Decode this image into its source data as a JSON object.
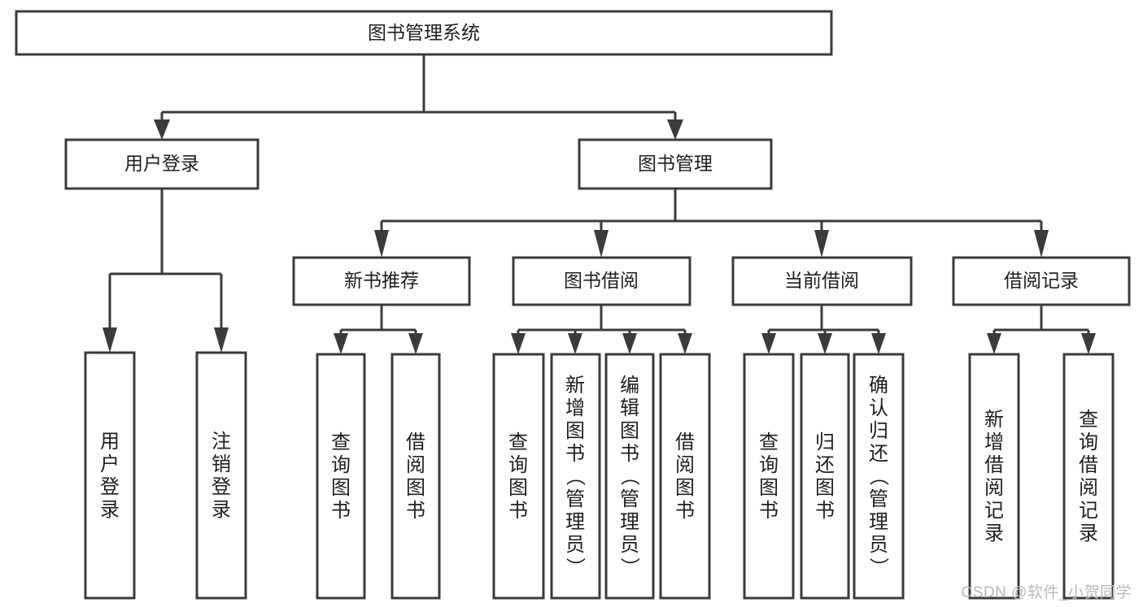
{
  "diagram": {
    "type": "tree-hierarchy-diagram",
    "title_node": {
      "label": "图书管理系统"
    },
    "level2": [
      {
        "id": "user-login",
        "label": "用户登录"
      },
      {
        "id": "book-management",
        "label": "图书管理"
      }
    ],
    "level3": [
      {
        "id": "new-book-recommend",
        "label": "新书推荐",
        "parent": "book-management"
      },
      {
        "id": "book-borrow",
        "label": "图书借阅",
        "parent": "book-management"
      },
      {
        "id": "current-borrow",
        "label": "当前借阅",
        "parent": "book-management"
      },
      {
        "id": "borrow-record",
        "label": "借阅记录",
        "parent": "book-management"
      }
    ],
    "leaves": [
      {
        "id": "leaf-user-login",
        "label": "用户登录",
        "parent": "user-login"
      },
      {
        "id": "leaf-logout-login",
        "label": "注销登录",
        "parent": "user-login"
      },
      {
        "id": "leaf-query-book-1",
        "label": "查询图书",
        "parent": "new-book-recommend"
      },
      {
        "id": "leaf-borrow-book-1",
        "label": "借阅图书",
        "parent": "new-book-recommend"
      },
      {
        "id": "leaf-query-book-2",
        "label": "查询图书",
        "parent": "book-borrow"
      },
      {
        "id": "leaf-add-book",
        "label": "新增图书（管理员）",
        "parent": "book-borrow"
      },
      {
        "id": "leaf-edit-book",
        "label": "编辑图书（管理员）",
        "parent": "book-borrow"
      },
      {
        "id": "leaf-borrow-book-2",
        "label": "借阅图书",
        "parent": "book-borrow"
      },
      {
        "id": "leaf-query-book-3",
        "label": "查询图书",
        "parent": "current-borrow"
      },
      {
        "id": "leaf-return-book",
        "label": "归还图书",
        "parent": "current-borrow"
      },
      {
        "id": "leaf-confirm-return",
        "label": "确认归还（管理员）",
        "parent": "current-borrow"
      },
      {
        "id": "leaf-add-record",
        "label": "新增借阅记录",
        "parent": "borrow-record"
      },
      {
        "id": "leaf-query-record",
        "label": "查询借阅记录",
        "parent": "borrow-record"
      }
    ],
    "colors": {
      "box_stroke": "#3b3b3b",
      "box_fill": "#ffffff",
      "connector": "#3b3b3b",
      "text": "#1f1f1f",
      "watermark": "#b8b8b8",
      "background": "#ffffff"
    }
  },
  "watermark": {
    "text": "CSDN @软件_小贺同学"
  }
}
